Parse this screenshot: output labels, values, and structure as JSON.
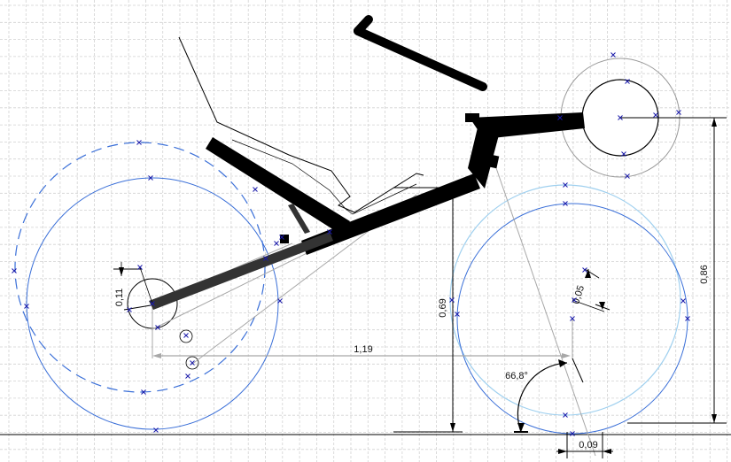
{
  "drawing": {
    "dimensions": {
      "wheelbase": "1,19",
      "seat_height": "0,69",
      "bb_height": "0,86",
      "trail": "0,09",
      "head_angle": "66,8°",
      "rear_offset": "0,11",
      "front_offset": "0,05"
    },
    "colors": {
      "grid": "#d2d2d2",
      "wheel_blue": "#3a6fd8",
      "wheel_light": "#9fd0ef",
      "frame": "#000000",
      "dimension_line": "#000000",
      "guide_gray": "#a8a8a8"
    }
  }
}
